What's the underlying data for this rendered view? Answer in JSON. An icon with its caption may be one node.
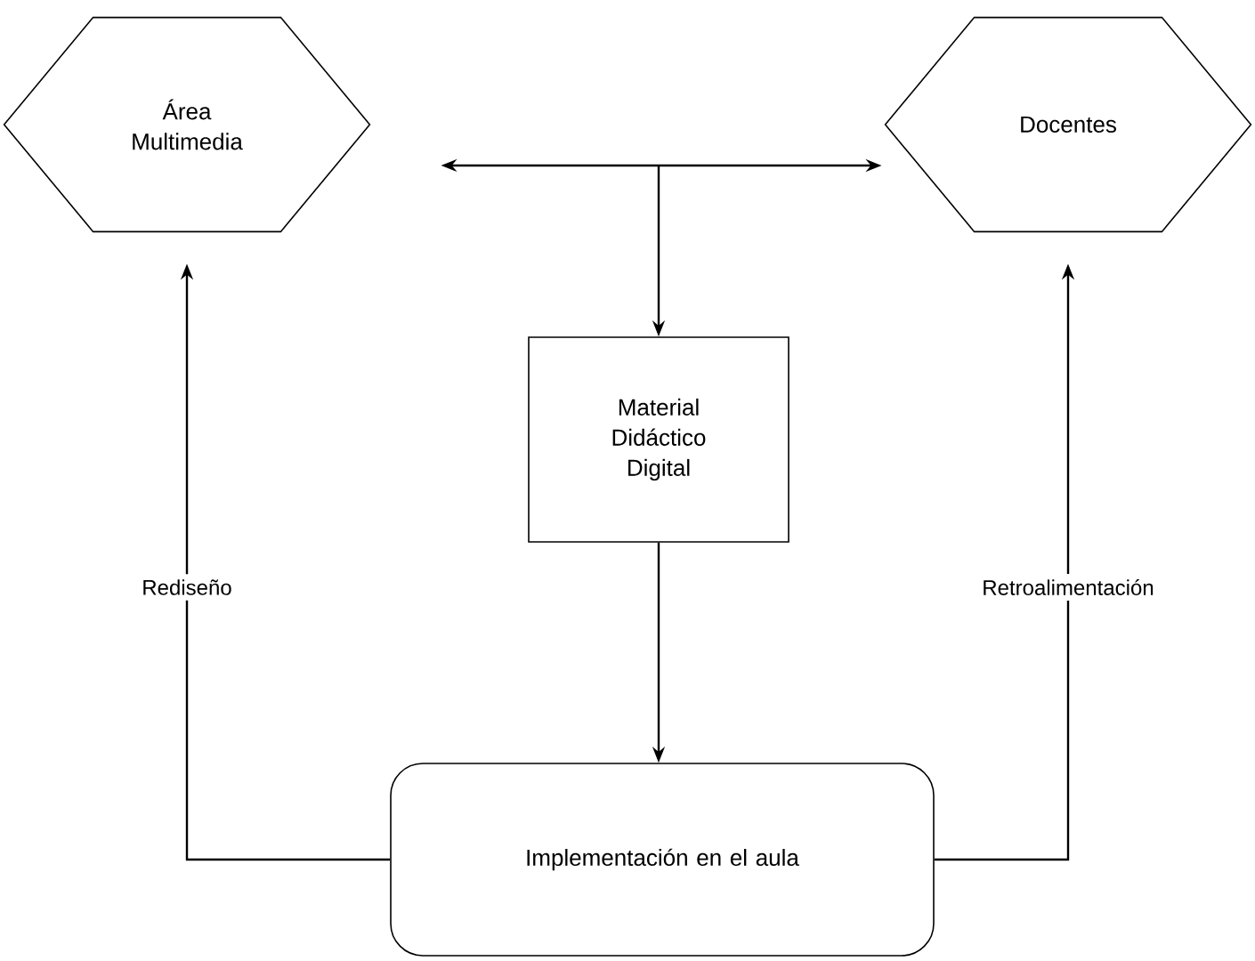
{
  "diagram": {
    "nodes": [
      {
        "text": [
          "Área Multimedia"
        ]
      },
      {
        "text": [
          "Docentes"
        ]
      },
      {
        "text": [
          "Material Didáctico Digital"
        ]
      },
      {
        "text": [
          "Implementación en el aula"
        ]
      }
    ],
    "edges": [
      {
        "from": 0,
        "to": 1,
        "arrow": "both"
      },
      {
        "from": null,
        "to": 2,
        "arrow": "to"
      },
      {
        "from": 2,
        "to": 3,
        "arrow": "to"
      },
      {
        "from": 3,
        "to": 0,
        "arrow": "to",
        "label": "Rediseño"
      },
      {
        "from": 3,
        "to": 1,
        "arrow": "to",
        "label": "Retroalimentación"
      }
    ]
  }
}
